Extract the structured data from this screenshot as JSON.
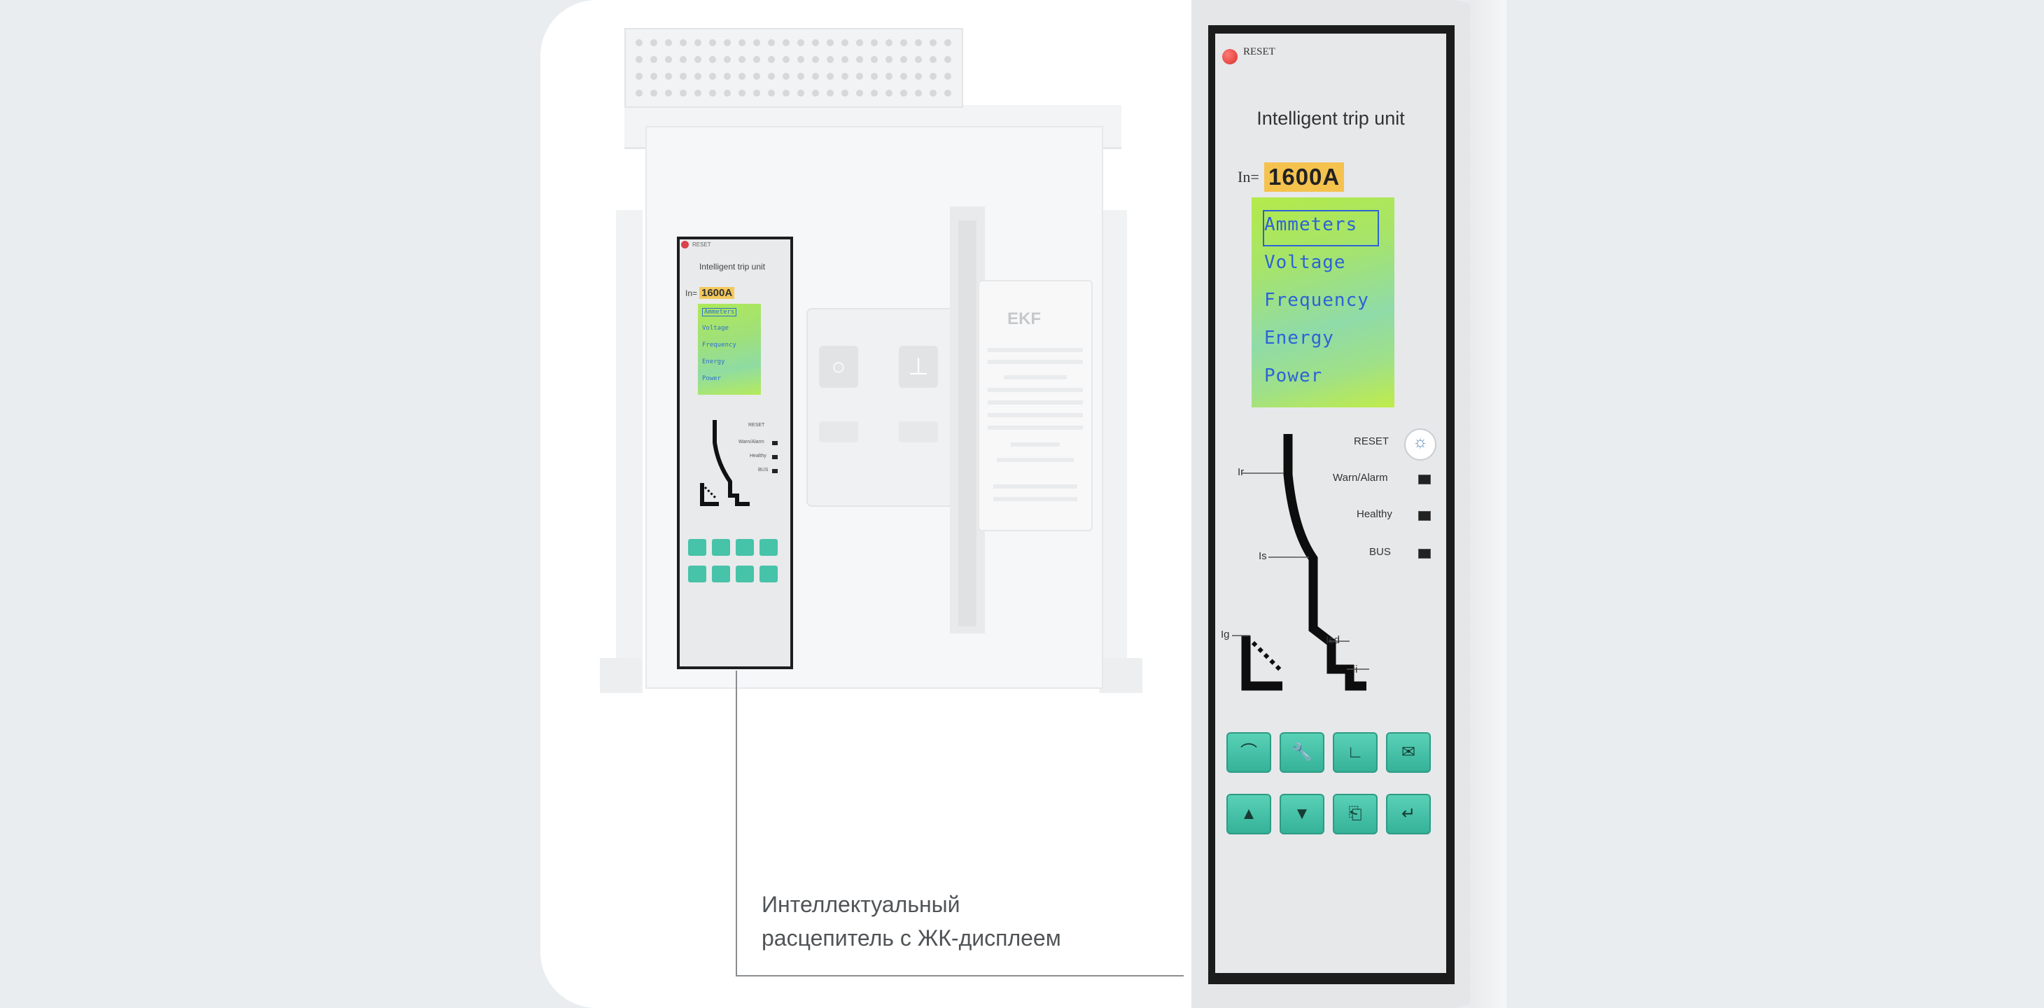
{
  "caption": {
    "line1": "Интеллектуальный",
    "line2": "расцепитель с ЖК-дисплеем"
  },
  "trip_unit": {
    "reset_label": "RESET",
    "title": "Intelligent trip unit",
    "in_label": "In=",
    "in_value": "1600A",
    "menu": [
      "Ammeters",
      "Voltage",
      "Frequency",
      "Energy",
      "Power"
    ],
    "selected_menu_index": 0,
    "reset_button_label": "RESET",
    "indicators": [
      "Warn/Alarm",
      "Healthy",
      "BUS"
    ],
    "curve_labels": {
      "ir": "Ir",
      "is": "Is",
      "ig": "Ig",
      "isd": "Isd",
      "ii": "Ii"
    },
    "keys_row1": [
      "meter-icon",
      "wrench-icon",
      "curve-icon",
      "mail-icon"
    ],
    "keys_row2": [
      "up-icon",
      "down-icon",
      "exit-icon",
      "enter-icon"
    ]
  },
  "breaker": {
    "brand": "EKF"
  },
  "colors": {
    "lcd_text": "#2d63d6",
    "lcd_bg": "#a6e46a",
    "key": "#46c3a8",
    "rating_highlight": "#f5c24e",
    "reset_led": "#d9302c"
  }
}
